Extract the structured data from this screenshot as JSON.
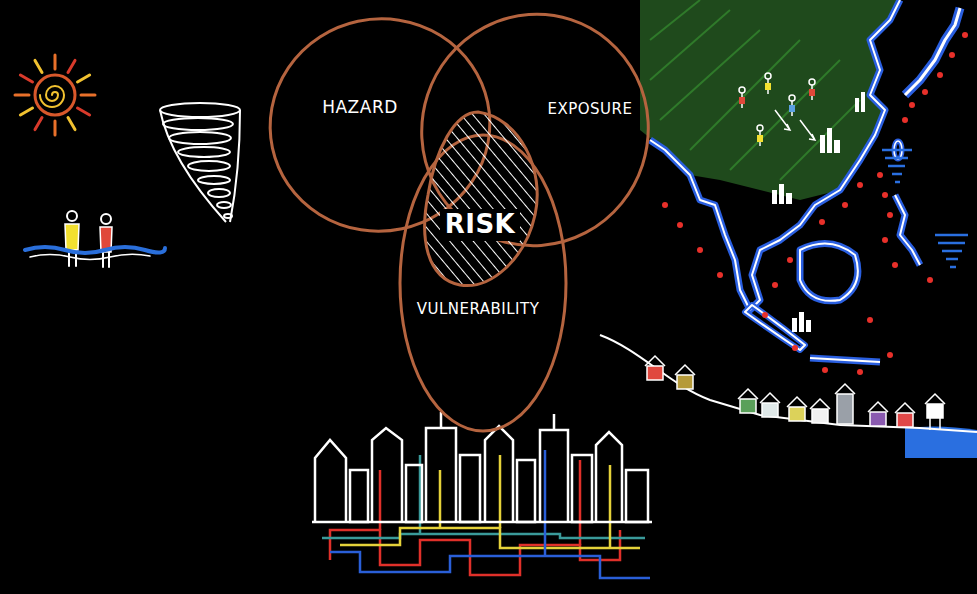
{
  "diagram": {
    "nodes": [
      {
        "text": [
          "HAZARD"
        ]
      },
      {
        "text": [
          "EXPOSURE"
        ]
      },
      {
        "text": [
          "VULNERABILITY"
        ]
      },
      {
        "text": [
          "RISK"
        ]
      }
    ]
  }
}
